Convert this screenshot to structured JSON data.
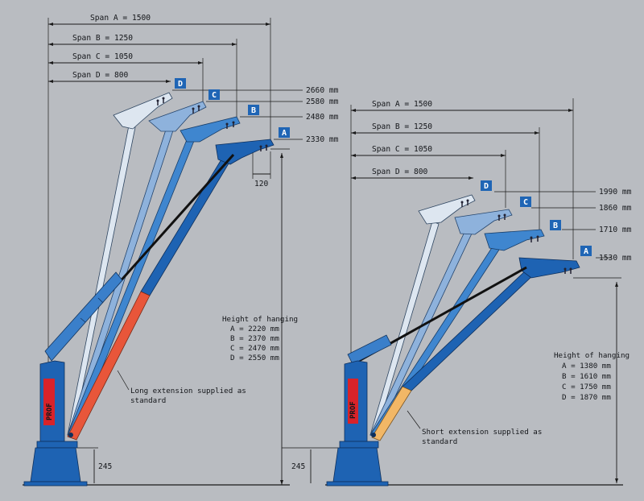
{
  "left": {
    "spans": [
      "Span A = 1500",
      "Span B = 1250",
      "Span C = 1050",
      "Span D = 800"
    ],
    "heights": [
      "2660 mm",
      "2580 mm",
      "2480 mm",
      "2330 mm"
    ],
    "offset": "120",
    "base_height": "245",
    "hanging_title": "Height of hanging",
    "hanging": [
      "A = 2220 mm",
      "B = 2370 mm",
      "C = 2470 mm",
      "D = 2550 mm"
    ],
    "extension_note": [
      "Long extension supplied as",
      "standard"
    ],
    "tags": [
      "D",
      "C",
      "B",
      "A"
    ],
    "brand": "PROF"
  },
  "right": {
    "spans": [
      "Span A = 1500",
      "Span B = 1250",
      "Span C = 1050",
      "Span D = 800"
    ],
    "heights": [
      "1990 mm",
      "1860 mm",
      "1710 mm",
      "1530 mm"
    ],
    "base_height": "245",
    "hanging_title": "Height of hanging",
    "hanging": [
      "A = 1380 mm",
      "B = 1610 mm",
      "C = 1750 mm",
      "D = 1870 mm"
    ],
    "extension_note": [
      "Short extension supplied as",
      "standard"
    ],
    "tags": [
      "D",
      "C",
      "B",
      "A"
    ],
    "brand": "PROF"
  },
  "colors": {
    "background": "#b9bcc1",
    "arm_a": "#1e63b3",
    "arm_b": "#3f86cf",
    "arm_c": "#8eb2dc",
    "arm_d": "#dde6f0",
    "long_extension": "#e8563a",
    "short_extension": "#f2b766",
    "brand_red": "#d8232a"
  }
}
